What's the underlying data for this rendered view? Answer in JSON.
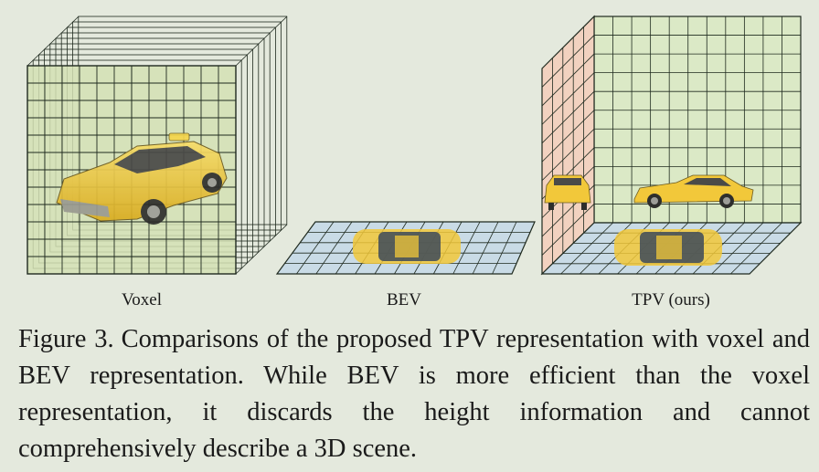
{
  "figure": {
    "panels": [
      {
        "id": "voxel",
        "label": "Voxel"
      },
      {
        "id": "bev",
        "label": "BEV"
      },
      {
        "id": "tpv",
        "label": "TPV (ours)"
      }
    ],
    "caption": {
      "label": "Figure 3.",
      "text": "Comparisons of the proposed TPV representation with voxel and BEV representation. While BEV is more efficient than the voxel representation, it discards the height information and cannot comprehensively describe a 3D scene."
    },
    "colors": {
      "background": "#e4e9dd",
      "voxel_fill": "#d3e0b4",
      "bev_plane": "#c9dbe6",
      "tpv_side_plane": "#f2d2c0",
      "tpv_back_plane": "#dbe9c6",
      "car_yellow": "#f2c83a",
      "grid_line": "#1f2a1f"
    }
  }
}
